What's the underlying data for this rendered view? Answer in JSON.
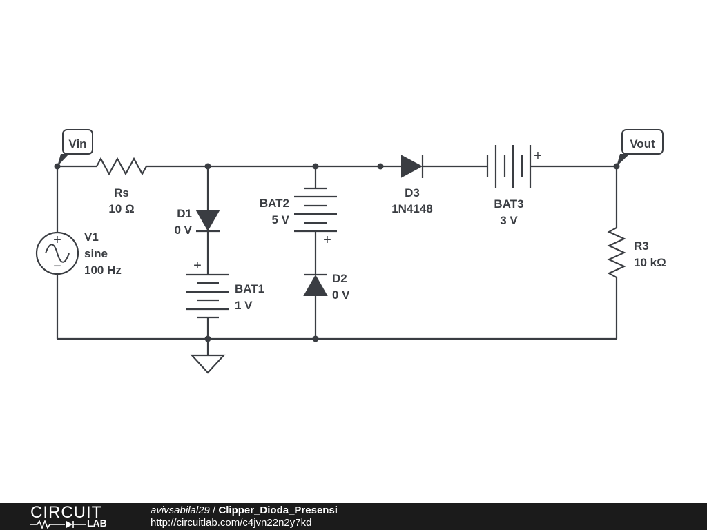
{
  "labels": {
    "vin_tag": "Vin",
    "vout_tag": "Vout",
    "rs_name": "Rs",
    "rs_value": "10 Ω",
    "v1_name": "V1",
    "v1_type": "sine",
    "v1_freq": "100 Hz",
    "d1_name": "D1",
    "d1_value": "0 V",
    "bat1_name": "BAT1",
    "bat1_value": "1 V",
    "bat2_name": "BAT2",
    "bat2_value": "5 V",
    "d2_name": "D2",
    "d2_value": "0 V",
    "d3_name": "D3",
    "d3_value": "1N4148",
    "bat3_name": "BAT3",
    "bat3_value": "3 V",
    "r3_name": "R3",
    "r3_value": "10 kΩ",
    "plus_sign": "+",
    "minus_sign": "−"
  },
  "footer": {
    "logo_top": "CIRCUIT",
    "logo_bottom": "LAB",
    "author": "avivsabilal29",
    "separator": " / ",
    "title": "Clipper_Dioda_Presensi",
    "url": "http://circuitlab.com/c4jvn22n2y7kd"
  },
  "colors": {
    "ink": "#3a3d42",
    "footer_bg": "#1b1b1b"
  }
}
